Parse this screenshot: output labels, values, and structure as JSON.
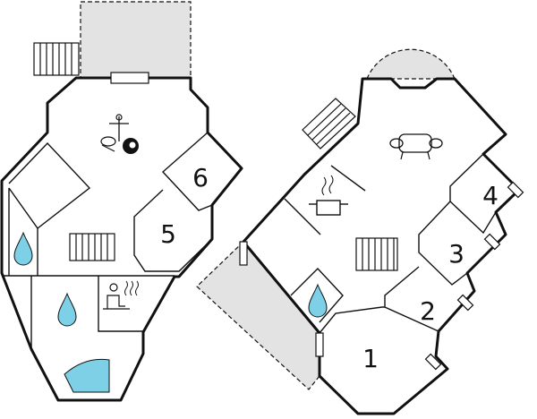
{
  "floor_plan": {
    "left_floor": {
      "rooms": [
        {
          "id": "room-6",
          "label": "6"
        },
        {
          "id": "room-5",
          "label": "5"
        }
      ],
      "icons": [
        "table-tennis-icon",
        "billiard-ball-icon",
        "stairs-icon",
        "water-drop-icon",
        "sauna-icon",
        "shower-icon"
      ]
    },
    "right_floor": {
      "rooms": [
        {
          "id": "room-4",
          "label": "4"
        },
        {
          "id": "room-3",
          "label": "3"
        },
        {
          "id": "room-2",
          "label": "2"
        },
        {
          "id": "room-1",
          "label": "1"
        }
      ],
      "icons": [
        "sofa-icon",
        "cooking-pot-icon",
        "stairs-icon",
        "water-drop-icon"
      ]
    },
    "colors": {
      "wall": "#111111",
      "terrace": "#e3e3e3",
      "water": "#7ed0e6"
    }
  }
}
